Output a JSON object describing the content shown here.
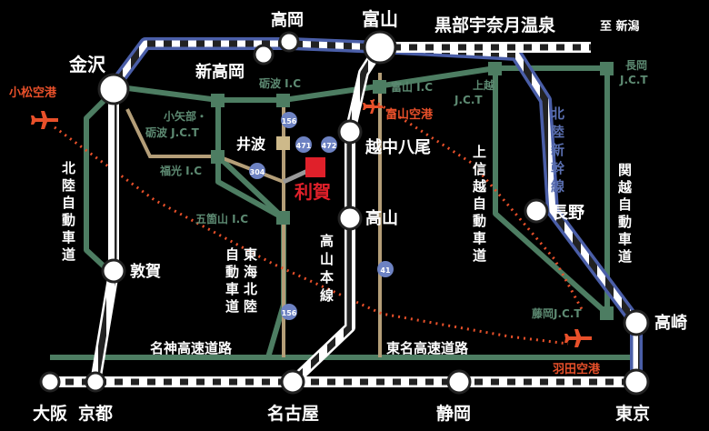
{
  "stations": {
    "kanazawa": "金沢",
    "takaoka": "高岡",
    "toyama": "富山",
    "kurobe": "黒部宇奈月温泉",
    "niigata_dir": "至 新潟",
    "shin_takaoka": "新高岡",
    "etchu_yao": "越中八尾",
    "ikenami": "井波",
    "toga": "利賀",
    "takayama": "高山",
    "tsuruga": "敦賀",
    "nagano": "長野",
    "takasaki": "高崎",
    "osaka": "大阪",
    "kyoto": "京都",
    "nagoya": "名古屋",
    "shizuoka": "静岡",
    "tokyo": "東京"
  },
  "highways": {
    "tonami_ic": "砺波 I.C",
    "toyama_ic": "富山 I.C",
    "joetsu_jct": "上越\nJ.C.T",
    "nagaoka_jct": "長岡\nJ.C.T",
    "oyabe_jct": "小矢部・\n砺波 J.C.T",
    "fukumitsu_ic": "福光 I.C",
    "gokayama_ic": "五箇山 I.C",
    "fujioka_jct": "藤岡J.C.T",
    "hokuriku_exp": "北陸自動車道",
    "tokai_hokuriku_exp": "東海北陸自動車道",
    "joshinetsu_exp": "上信越自動車道",
    "kanetsu_exp": "関越自動車道",
    "meishin_exp": "名神高速道路",
    "tomei_exp": "東名高速道路",
    "takayama_line": "高山本線",
    "shinkansen": "北陸新幹線"
  },
  "airports": {
    "komatsu": "小松空港",
    "toyama": "富山空港",
    "haneda": "羽田空港"
  },
  "routes": {
    "r156a": "156",
    "r156b": "156",
    "r471": "471",
    "r472": "472",
    "r304": "304",
    "r41": "41"
  }
}
